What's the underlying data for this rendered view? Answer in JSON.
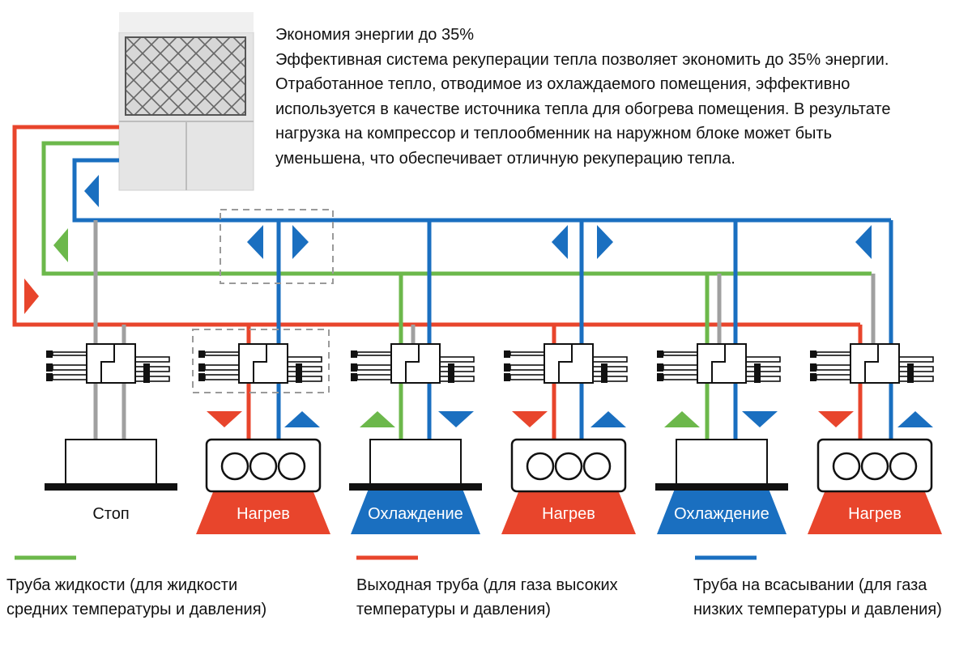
{
  "description": {
    "title": "Экономия энергии до 35%",
    "lines": [
      "Эффективная система рекуперации тепла позволяет экономить до 35% энергии.",
      "Отработанное тепло, отводимое из охлаждаемого помещения, эффективно",
      "используется в качестве источника тепла для обогрева помещения. В результате",
      "нагрузка на компрессор и теплообменник на наружном блоке может быть",
      "уменьшена, что обеспечивает отличную рекуперацию тепла."
    ]
  },
  "colors": {
    "liquid": "#6cb84b",
    "discharge": "#e8452c",
    "suction": "#1a6fc0",
    "idle": "#a0a0a0",
    "dark": "#111111"
  },
  "units": [
    {
      "mode": "stop",
      "label": "Стоп"
    },
    {
      "mode": "heat",
      "label": "Нагрев"
    },
    {
      "mode": "cool",
      "label": "Охлаждение"
    },
    {
      "mode": "heat",
      "label": "Нагрев"
    },
    {
      "mode": "cool",
      "label": "Охлаждение"
    },
    {
      "mode": "heat",
      "label": "Нагрев"
    }
  ],
  "legend": [
    {
      "color": "liquid",
      "lines": [
        "Труба жидкости (для жидкости",
        "средних температуры и давления)"
      ]
    },
    {
      "color": "discharge",
      "lines": [
        "Выходная труба (для газа высоких",
        "температуры и давления)"
      ]
    },
    {
      "color": "suction",
      "lines": [
        "Труба на всасывании (для газа",
        "низких температуры и давления)"
      ]
    }
  ]
}
